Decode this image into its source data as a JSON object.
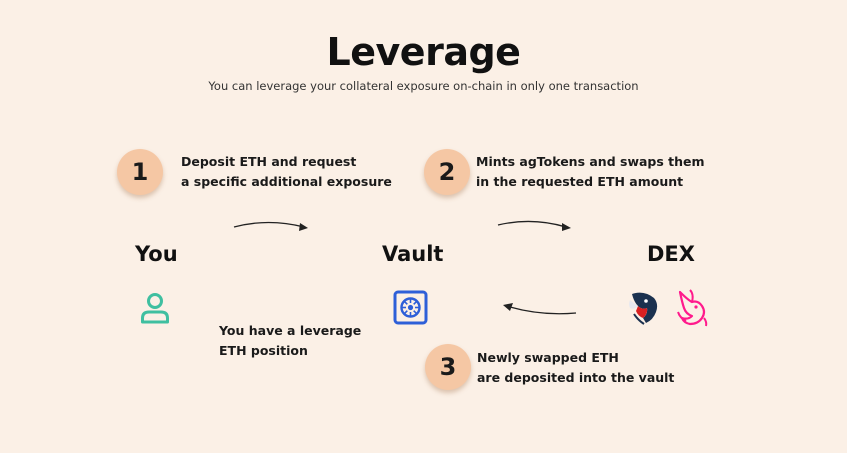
{
  "header": {
    "title": "Leverage",
    "subtitle": "You can leverage your collateral exposure on-chain in only one transaction"
  },
  "actors": {
    "you": "You",
    "vault": "Vault",
    "dex": "DEX"
  },
  "steps": [
    {
      "number": "1",
      "line1": "Deposit ETH and request",
      "line2": "a specific additional exposure"
    },
    {
      "number": "2",
      "line1": "Mints agTokens and swaps them",
      "line2": "in the requested ETH amount"
    },
    {
      "number": "3",
      "line1": "Newly swapped ETH",
      "line2": "are deposited into the vault"
    }
  ],
  "result": {
    "line1": "You have a leverage",
    "line2": "ETH position"
  },
  "icons": {
    "user": "user-icon",
    "vault": "vault-icon",
    "dex_1": "1inch-logo-icon",
    "dex_2": "uniswap-logo-icon"
  },
  "colors": {
    "background": "#fbf0e6",
    "badge": "#f5c7a4",
    "user_icon": "#3fbfa0",
    "vault_icon": "#2e5fd8",
    "uniswap": "#ff1a8c"
  }
}
